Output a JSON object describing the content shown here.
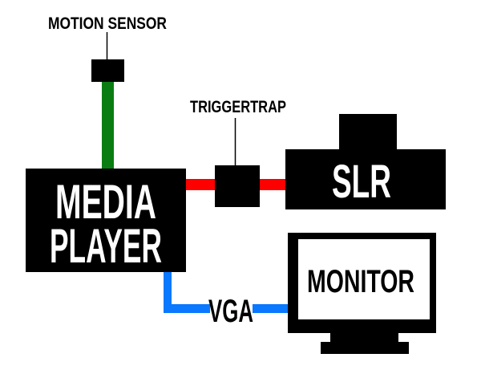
{
  "colors": {
    "background": "#ffffff",
    "device": "#000000",
    "device_text": "#ffffff",
    "motion_wire": "#0a7d12",
    "trigger_wire": "#ff0000",
    "vga_wire": "#0a78ff"
  },
  "nodes": {
    "motion_sensor": {
      "label": "MOTION SENSOR"
    },
    "media_player": {
      "line1": "MEDIA",
      "line2": "PLAYER"
    },
    "triggertrap": {
      "label": "TRIGGERTRAP"
    },
    "slr": {
      "label": "SLR"
    },
    "monitor": {
      "label": "MONITOR"
    }
  },
  "connections": [
    {
      "from": "media_player",
      "to": "motion_sensor",
      "color": "green"
    },
    {
      "from": "media_player",
      "to": "triggertrap",
      "color": "red"
    },
    {
      "from": "triggertrap",
      "to": "slr",
      "color": "red"
    },
    {
      "from": "media_player",
      "to": "monitor",
      "color": "blue",
      "label": "VGA"
    }
  ]
}
